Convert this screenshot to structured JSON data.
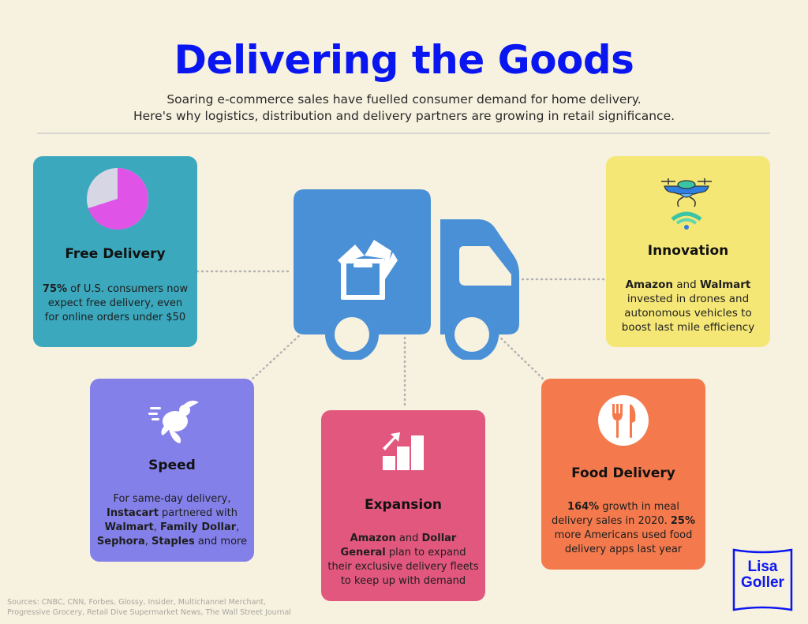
{
  "header": {
    "title": "Delivering the Goods",
    "subtitle_line1": "Soaring e-commerce sales have fuelled consumer demand for home delivery.",
    "subtitle_line2": "Here's why logistics, distribution and delivery partners are growing in retail significance."
  },
  "colors": {
    "background": "#f7f1df",
    "title": "#0a16f0",
    "truck": "#4a90d6",
    "free_delivery": "#3ba8bd",
    "innovation": "#f5e776",
    "speed": "#8480e9",
    "expansion": "#e2577e",
    "food_delivery": "#f47a4e",
    "pie_major": "#df53e6",
    "pie_minor": "#d6d6e5",
    "connector": "#b3b3b3"
  },
  "cards": {
    "free_delivery": {
      "title": "Free Delivery",
      "icon": "pie-chart-icon",
      "pie_percent": 75,
      "b1": "75%",
      "t1": " of U.S. consumers now expect free delivery, even for online orders under $50"
    },
    "innovation": {
      "title": "Innovation",
      "icon": "drone-icon",
      "b1": "Amazon",
      "t1": " and ",
      "b2": "Walmart",
      "t2": " invested in drones and autonomous vehicles to boost last mile efficiency"
    },
    "speed": {
      "title": "Speed",
      "icon": "running-rabbit-icon",
      "t0": "For same-day delivery, ",
      "b1": "Instacart",
      "t1": " partnered with ",
      "b2": "Walmart",
      "t2": ", ",
      "b3": "Family Dollar",
      "t3": ", ",
      "b4": "Sephora",
      "t4": ", ",
      "b5": "Staples",
      "t5": " and more"
    },
    "expansion": {
      "title": "Expansion",
      "icon": "growth-bar-chart-icon",
      "b1": "Amazon",
      "t1": " and ",
      "b2": "Dollar General",
      "t2": " plan to expand their exclusive delivery fleets to keep up with demand"
    },
    "food_delivery": {
      "title": "Food Delivery",
      "icon": "fork-knife-icon",
      "b1": "164%",
      "t1": " growth in meal delivery sales in 2020. ",
      "b2": "25%",
      "t2": " more Americans used food delivery apps last year"
    }
  },
  "center": {
    "icon": "delivery-truck-icon",
    "cargo_icon": "open-box-icon"
  },
  "footer": {
    "sources_line1": "Sources: CNBC, CNN, Forbes, Glossy, Insider, Multichannel Merchant,",
    "sources_line2": "Progressive Grocery, Retail Dive Supermarket News, The Wall Street Journal",
    "logo_line1": "Lisa",
    "logo_line2": "Goller"
  }
}
